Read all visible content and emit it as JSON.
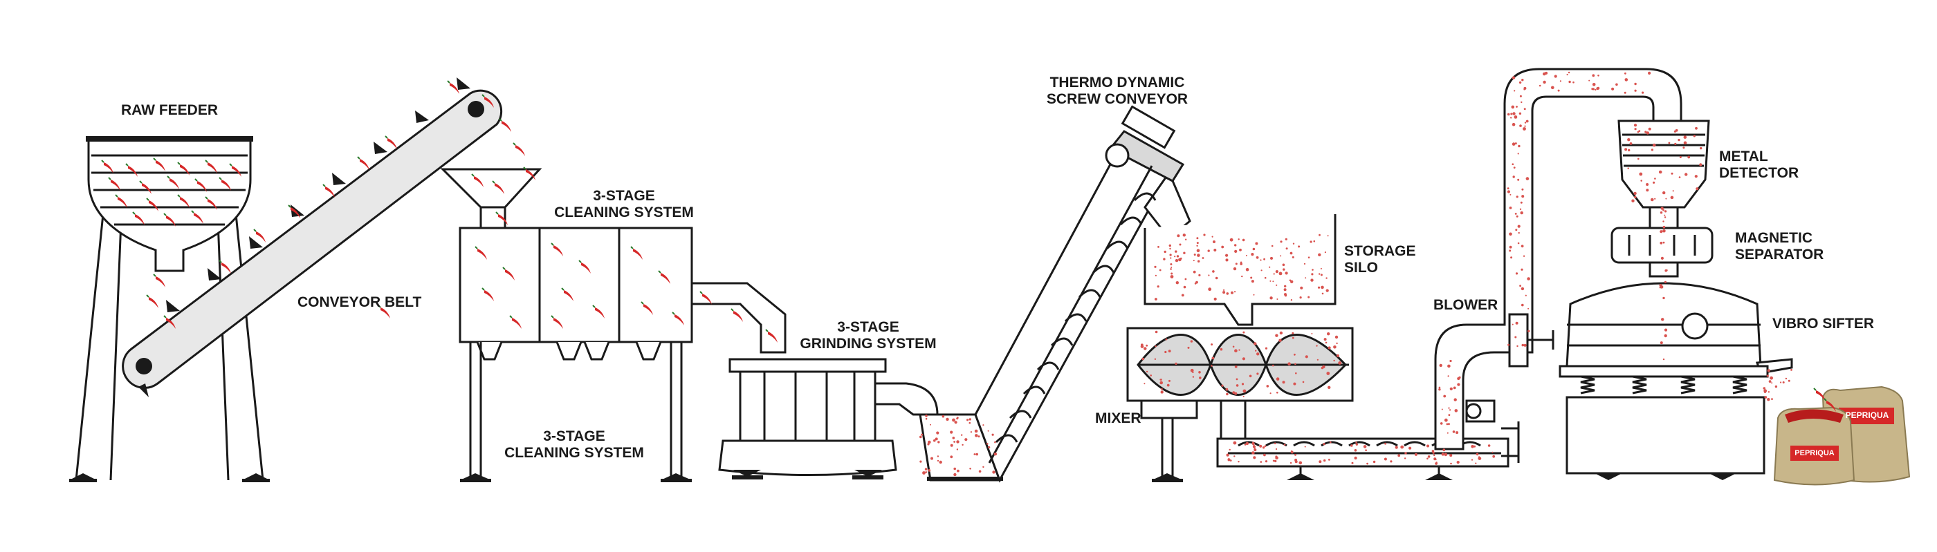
{
  "labels": {
    "raw_feeder": "RAW FEEDER",
    "conveyor_belt": "CONVEYOR BELT",
    "cleaning_top": [
      "3-STAGE",
      "CLEANING SYSTEM"
    ],
    "cleaning_bottom": [
      "3-STAGE",
      "CLEANING SYSTEM"
    ],
    "grinding": [
      "3-STAGE",
      "GRINDING SYSTEM"
    ],
    "screw_conveyor": [
      "THERMO DYNAMIC",
      "SCREW CONVEYOR"
    ],
    "storage_silo": [
      "STORAGE",
      "SILO"
    ],
    "mixer": "MIXER",
    "blower": "BLOWER",
    "metal_detector": [
      "METAL",
      "DETECTOR"
    ],
    "magnetic_separator": [
      "MAGNETIC",
      "SEPARATOR"
    ],
    "vibro_sifter": "VIBRO SIFTER"
  },
  "bags": {
    "brand": "PEPRIQUA"
  },
  "colors": {
    "line": "#1a1a1a",
    "chili": "#d62828",
    "powder": "#d9534f",
    "bag": "#c8b68a",
    "metal_grey": "#d9d9d9"
  }
}
